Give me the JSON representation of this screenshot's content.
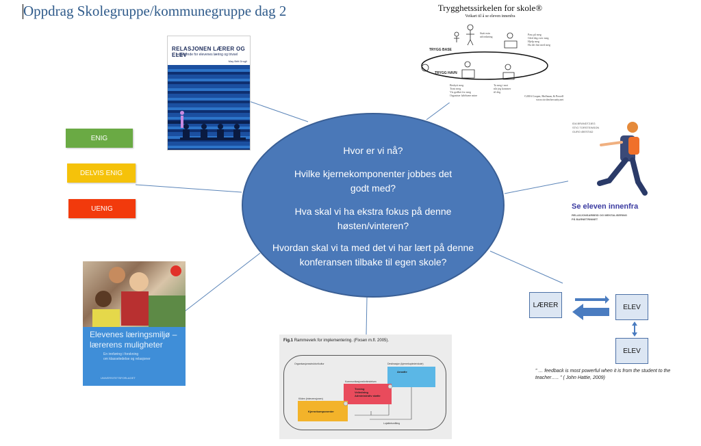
{
  "page": {
    "title": "Oppdrag Skolegruppe/kommunegruppe dag 2"
  },
  "center": {
    "q1": "Hvor er vi nå?",
    "q2": "Hvilke kjernekomponenter jobbes det godt med?",
    "q3": "Hva skal vi ha ekstra fokus på denne høsten/vinteren?",
    "q4": "Hvordan skal vi ta med det vi har lært på denne konferansen tilbake til egen skole?"
  },
  "votes": [
    {
      "label": "ENIG",
      "color": "#6aaa44"
    },
    {
      "label": "DELVIS ENIG",
      "color": "#f5c20a"
    },
    {
      "label": "UENIG",
      "color": "#f23a0c"
    }
  ],
  "book1": {
    "title": "RELASJONEN LÆRER OG ELEV",
    "subtitle": "avgjørende for elevenes læring og trivsel",
    "author": "May Britt Drugli"
  },
  "trygghet": {
    "title": "Trygghetssirkelen for skole®",
    "subtitle": "Veikart til å se eleven innenfra",
    "base_label": "TRYGG BASE",
    "havn_label": "TRYGG HAVN",
    "notes_top_left": [
      "Støtt min",
      "utforskning"
    ],
    "notes_top_right": [
      "Pass på meg",
      "Gled deg over meg",
      "Hjelp meg",
      "Ha det fint med meg"
    ],
    "notes_bottom_left": [
      "Beskytt meg",
      "Trøst meg",
      "Vis godhet for meg",
      "Organiser følelsene mine"
    ],
    "notes_bottom_right": [
      "Ta meg i mot",
      "når jeg kommer",
      "til deg"
    ],
    "copyright": "©2016 Cooper, Hoffman, & Powell",
    "url": "www.circleofsecurity.net"
  },
  "se_eleven": {
    "authors": [
      "IDA BRANDTZÆG",
      "STIG TORSTEINSON",
      "GURO ØIESTAD"
    ],
    "title": "Se eleven innenfra",
    "subtitle": [
      "RELASJONSARBEID OG MENTALISERING",
      "PÅ BARNETRINNET"
    ]
  },
  "feedback": {
    "laerer": "LÆRER",
    "elev1": "ELEV",
    "elev2": "ELEV",
    "quote": "” … feedback is most powerful when it is from  the student to the teacher….. ” ( John Hattie, 2009)"
  },
  "book2": {
    "title": "Elevenes læringsmiljø – lærerens muligheter",
    "subtitle": [
      "En innføring i forskning",
      "om klasseledelse og relasjoner"
    ],
    "publisher": "UNIVERSITETSFORLAGET"
  },
  "figure": {
    "caption_bold": "Fig.1",
    "caption": "Rammeverk for implementering. (Fixsen m.fl. 2005).",
    "org_label": "Organisasjonsstruktur/kultur",
    "dest_label": "Destinasjon (kjernekoplede/skole)",
    "komm_label": "Kommunikasjonsforbindelsen",
    "kilde_label": "Kilden (intervensjonen)",
    "ansatte": "Ansatte",
    "middle": [
      "Trening",
      "Veiledning",
      "Administrativ støtte"
    ],
    "kjerne": "Kjernekomponenter",
    "lojal": "Lojalitetsmåling"
  }
}
